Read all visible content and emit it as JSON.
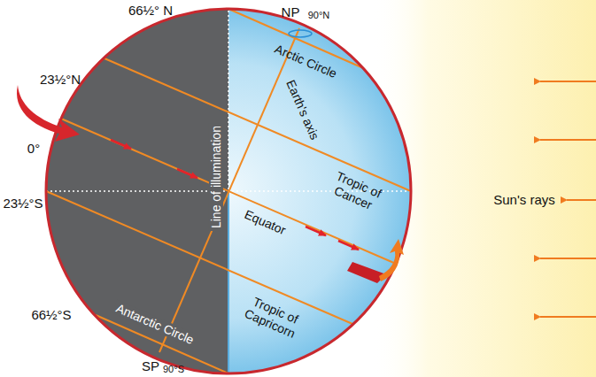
{
  "diagram": {
    "labels": [
      "66½° N",
      "NP",
      "90°N",
      "23½°N",
      "0°",
      "23½°S",
      "66½°S",
      "Arctic Circle",
      "Earth's axis",
      "Tropic of Cancer",
      "Sun's rays",
      "Line of illumination",
      "Equator",
      "Tropic of Capricorn",
      "Antarctic Circle",
      "SP",
      "90°S"
    ]
  }
}
